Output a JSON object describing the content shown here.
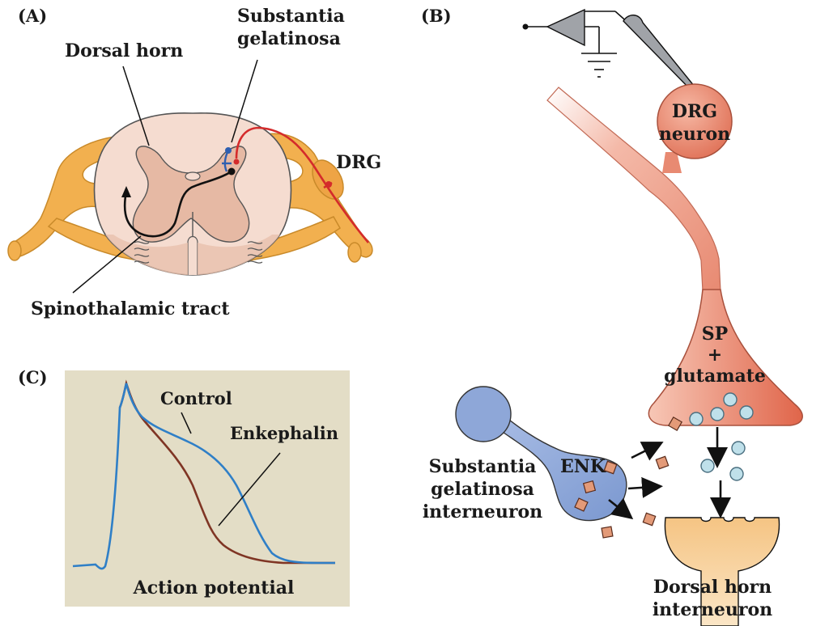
{
  "panels": {
    "a": "(A)",
    "b": "(B)",
    "c": "(C)"
  },
  "panel_a": {
    "dorsal_horn": "Dorsal horn",
    "substantia_line1": "Substantia",
    "substantia_line2": "gelatinosa",
    "drg": "DRG",
    "spinothalamic": "Spinothalamic tract"
  },
  "panel_b": {
    "drg_line1": "DRG",
    "drg_line2": "neuron",
    "sp_line1": "SP",
    "sp_line2": "+",
    "sp_line3": "glutamate",
    "enk": "ENK",
    "sg_line1": "Substantia",
    "sg_line2": "gelatinosa",
    "sg_line3": "interneuron",
    "dh_line1": "Dorsal horn",
    "dh_line2": "interneuron"
  },
  "panel_c": {
    "control": "Control",
    "enkephalin": "Enkephalin",
    "caption": "Action potential"
  },
  "colors": {
    "spinal_outer": "#f5dcd0",
    "grey_matter": "#e6b9a4",
    "nerve": "#f2b04f",
    "pain_fiber": "#d42b2b",
    "interneuron": "#2f5fb0",
    "drg_neuron": "#e07258",
    "enk_neuron": "#8ea7d8",
    "dorsal_horn_cell": "#f7cd94",
    "plot_bg": "#e3ddc6",
    "control_trace": "#2f7fc7",
    "enkephalin_trace": "#7f3524"
  }
}
